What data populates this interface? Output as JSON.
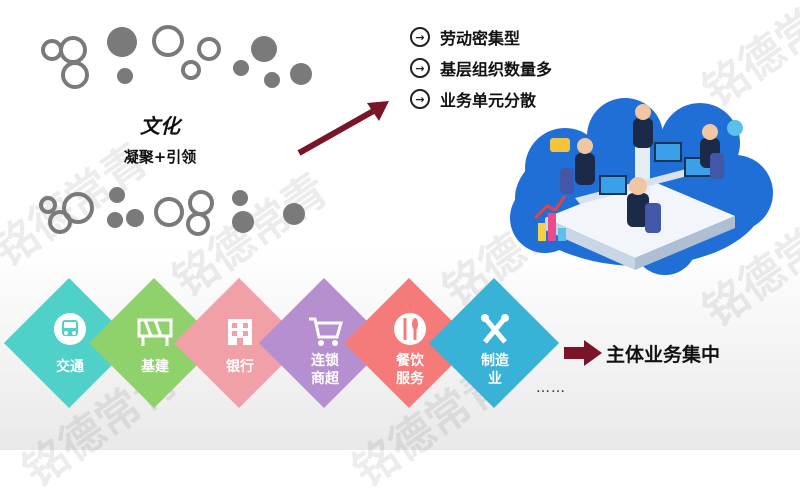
{
  "watermark": "铭德常青",
  "culture": {
    "title": "文化",
    "subtitle": "凝聚+引领"
  },
  "bullets": [
    {
      "icon": "arrow-right-circle-icon",
      "text": "劳动密集型"
    },
    {
      "icon": "arrow-right-circle-icon",
      "text": "基层组织数量多"
    },
    {
      "icon": "arrow-right-circle-icon",
      "text": "业务单元分散"
    }
  ],
  "industries": [
    {
      "label": "交通",
      "icon": "bus-icon",
      "color": "#4fd0c9"
    },
    {
      "label": "基建",
      "icon": "barrier-icon",
      "color": "#8fd16a"
    },
    {
      "label": "银行",
      "icon": "bank-building-icon",
      "color": "#f0a0a6"
    },
    {
      "label": "连锁\n商超",
      "icon": "shopping-cart-icon",
      "color": "#b58fd0"
    },
    {
      "label": "餐饮\n服务",
      "icon": "fork-spoon-icon",
      "color": "#f57a7a"
    },
    {
      "label": "制造\n业",
      "icon": "tools-icon",
      "color": "#38b2d6"
    }
  ],
  "ellipsis": "……",
  "conclusion": "主体业务集中",
  "colors": {
    "circle_gray": "#7a7a7a",
    "arrow_maroon": "#7a1428",
    "cloud_blue": "#1f6fd6"
  }
}
